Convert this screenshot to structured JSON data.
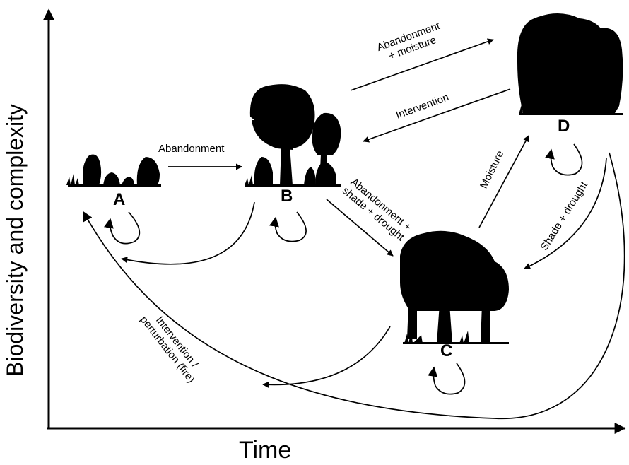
{
  "axes": {
    "x_label": "Time",
    "y_label": "Biodiversity and complexity"
  },
  "states": {
    "a": "A",
    "b": "B",
    "c": "C",
    "d": "D"
  },
  "transitions": {
    "a_to_b": "Abandonment",
    "b_to_d_line1": "Abandonment",
    "b_to_d_line2": "+ moisture",
    "d_to_b": "Intervention",
    "b_to_c_line1": "Abandonment +",
    "b_to_c_line2": "shade + drought",
    "c_to_d": "Moisture",
    "d_to_c": "Shade + drought",
    "to_a_line1": "Intervention /",
    "to_a_line2": "perturbation (fire)"
  },
  "colors": {
    "ink": "#000000",
    "background": "#ffffff"
  }
}
